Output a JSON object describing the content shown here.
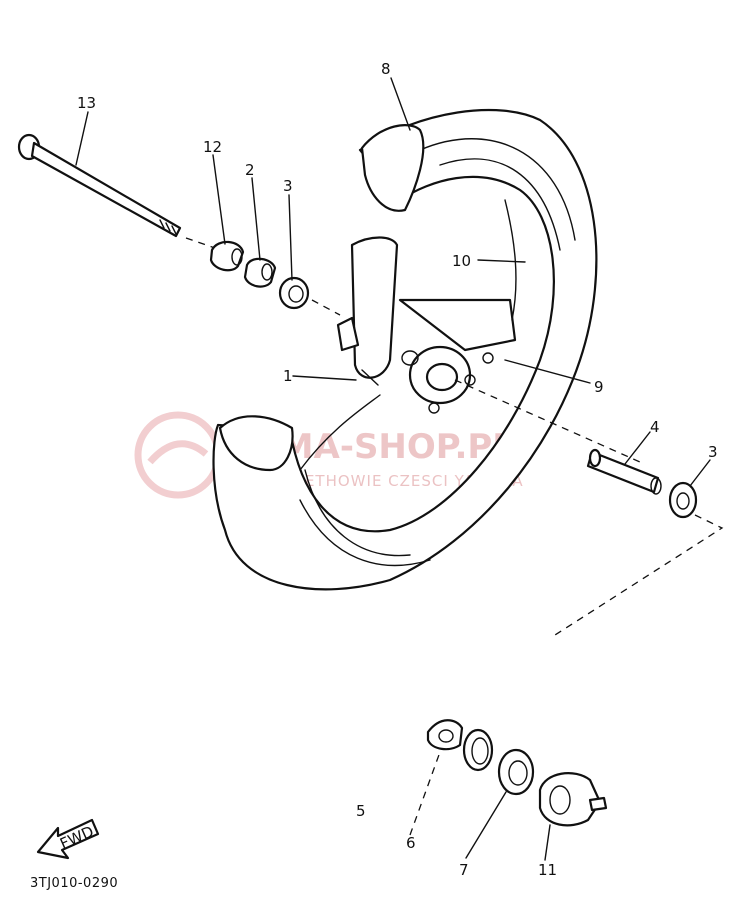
{
  "diagram": {
    "callouts": [
      {
        "id": "c13",
        "text": "13"
      },
      {
        "id": "c8",
        "text": "8"
      },
      {
        "id": "c12",
        "text": "12"
      },
      {
        "id": "c2",
        "text": "2"
      },
      {
        "id": "c3a",
        "text": "3"
      },
      {
        "id": "c10",
        "text": "10"
      },
      {
        "id": "c1",
        "text": "1"
      },
      {
        "id": "c9",
        "text": "9"
      },
      {
        "id": "c4",
        "text": "4"
      },
      {
        "id": "c3b",
        "text": "3"
      },
      {
        "id": "c5",
        "text": "5"
      },
      {
        "id": "c6",
        "text": "6"
      },
      {
        "id": "c7",
        "text": "7"
      },
      {
        "id": "c11",
        "text": "11"
      }
    ],
    "fwd_label": "FWD",
    "drawing_code": "3TJ010-0290"
  },
  "watermark": {
    "main": "YAMA-SHOP.PL",
    "sub": "WEBLETHOWIE CZESCI YAMAHA"
  }
}
